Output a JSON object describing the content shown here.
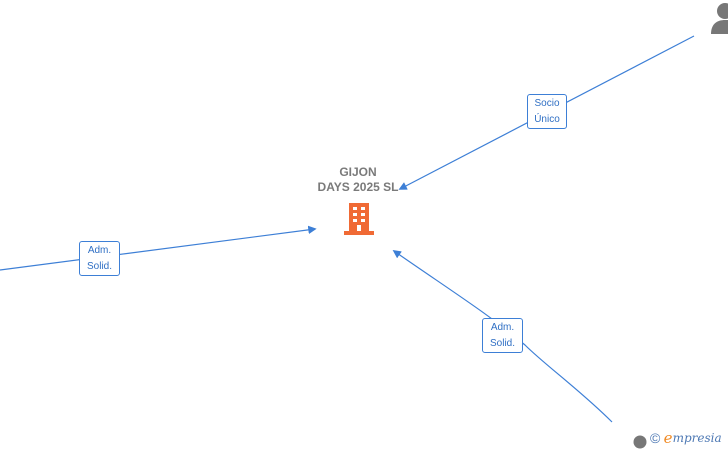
{
  "company": {
    "name_line1": "GIJON",
    "name_line2": "DAYS 2025  SL",
    "icon": "office-building-icon",
    "icon_color": "#f06a35"
  },
  "relations": [
    {
      "id": "socio-unico",
      "line1": "Socio",
      "line2": "Único"
    },
    {
      "id": "adm-solid-left",
      "line1": "Adm.",
      "line2": "Solid."
    },
    {
      "id": "adm-solid-bottom",
      "line1": "Adm.",
      "line2": "Solid."
    }
  ],
  "persons": [
    {
      "id": "person-top-right",
      "icon": "person-icon"
    },
    {
      "id": "person-bottom-right",
      "icon": "person-icon"
    }
  ],
  "watermark": {
    "copyright_symbol": "©",
    "brand_initial": "e",
    "brand_rest": "mpresia"
  },
  "colors": {
    "edge": "#3d7fd6",
    "label_text": "#2f6fc4",
    "company_name": "#7a7a7a",
    "person_icon": "#777777",
    "brand_accent": "#f08a24"
  }
}
